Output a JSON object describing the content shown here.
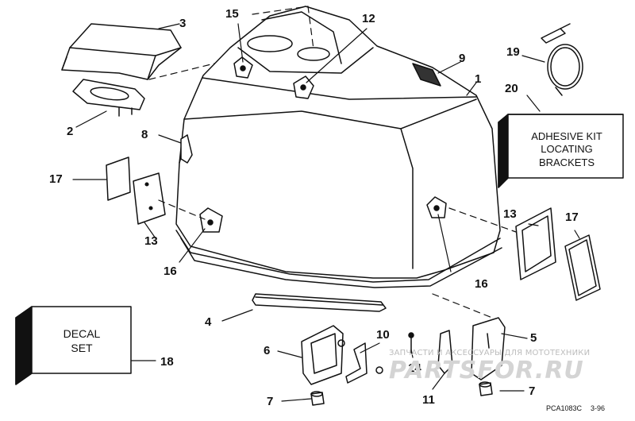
{
  "diagram": {
    "callouts": [
      "1",
      "2",
      "3",
      "4",
      "5",
      "6",
      "7",
      "7",
      "8",
      "9",
      "10",
      "11",
      "12",
      "13",
      "13",
      "14",
      "15",
      "16",
      "16",
      "17",
      "17",
      "18",
      "19",
      "20"
    ],
    "adhesive_box": {
      "line1": "ADHESIVE KIT",
      "line2": "LOCATING",
      "line3": "BRACKETS"
    },
    "decal_box": {
      "line1": "DECAL",
      "line2": "SET"
    },
    "footer": {
      "code": "PCA1083C",
      "date": "3-96"
    },
    "watermark": {
      "caption": "ЗАПЧАСТИ И АКСЕССУАРЫ ДЛЯ МОТОТЕХНИКИ",
      "brand": "PARTSFOR.RU"
    },
    "colors": {
      "ink": "#111111",
      "paper": "#ffffff",
      "watermark": "#c9c9c9"
    }
  }
}
